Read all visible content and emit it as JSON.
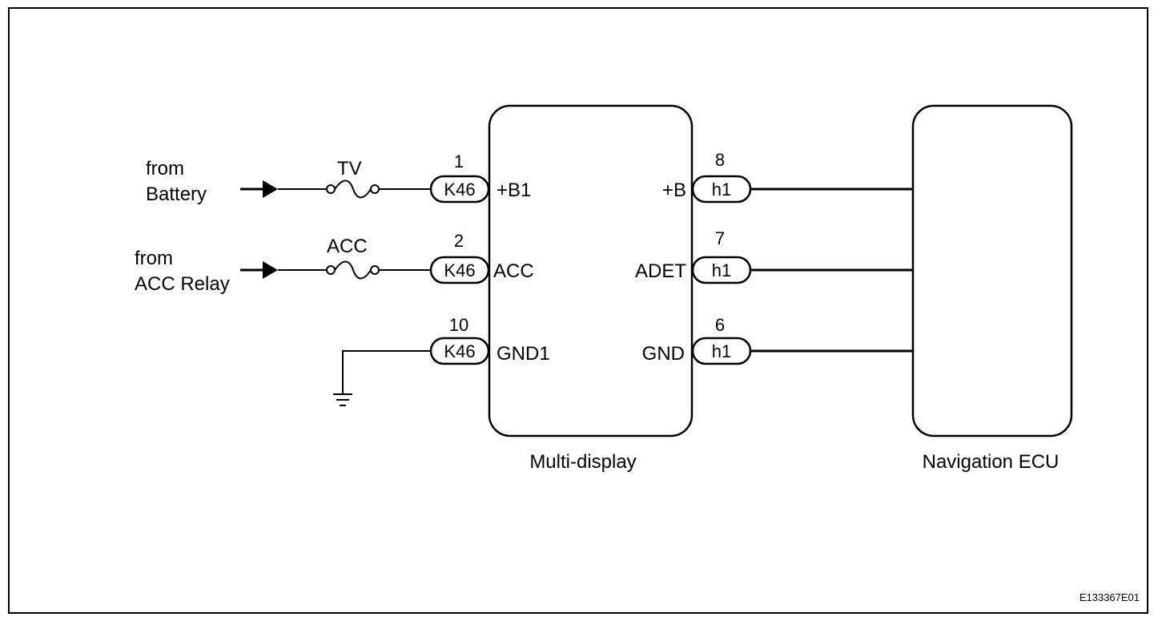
{
  "sources": {
    "battery": {
      "line1": "from",
      "line2": "Battery"
    },
    "acc_relay": {
      "line1": "from",
      "line2": "ACC Relay"
    }
  },
  "fuses": {
    "tv": "TV",
    "acc": "ACC"
  },
  "multi_display": {
    "title": "Multi-display",
    "left_pins": [
      {
        "number": "1",
        "connector": "K46",
        "signal": "+B1"
      },
      {
        "number": "2",
        "connector": "K46",
        "signal": "ACC"
      },
      {
        "number": "10",
        "connector": "K46",
        "signal": "GND1"
      }
    ],
    "right_pins": [
      {
        "number": "8",
        "connector": "h1",
        "signal": "+B"
      },
      {
        "number": "7",
        "connector": "h1",
        "signal": "ADET"
      },
      {
        "number": "6",
        "connector": "h1",
        "signal": "GND"
      }
    ]
  },
  "navigation_ecu": {
    "title": "Navigation ECU"
  },
  "figure_id": "E133367E01"
}
